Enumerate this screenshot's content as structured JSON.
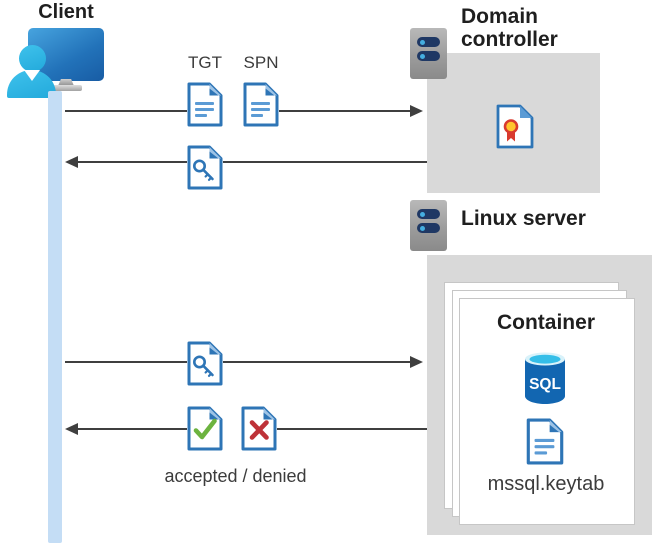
{
  "client": {
    "label": "Client"
  },
  "domain_controller": {
    "label": "Domain controller"
  },
  "linux_server": {
    "label": "Linux server"
  },
  "container": {
    "label": "Container",
    "database_label": "SQL",
    "keytab_label": "mssql.keytab"
  },
  "messages": {
    "request": {
      "tgt_label": "TGT",
      "spn_label": "SPN"
    },
    "result": {
      "caption": "accepted / denied"
    }
  },
  "icons": {
    "client": "person-at-monitor-icon",
    "server": "server-tower-icon",
    "ticket": "ticket-document-icon",
    "key_ticket": "key-ticket-document-icon",
    "certificate": "certificate-icon",
    "accepted": "accepted-check-document-icon",
    "denied": "denied-x-document-icon",
    "database": "sql-database-icon"
  },
  "colors": {
    "doc_border": "#2E75B6",
    "doc_lines": "#5B9BD5",
    "check_green": "#6CB33F",
    "x_red": "#BE3238",
    "lifeline_blue": "#C4DDF5",
    "panel_gray": "#D9D9D9",
    "arrow_gray": "#3F3F3F",
    "sql_blue": "#1266B1",
    "server_bar_navy": "#1F3864",
    "seal_yellow": "#FFC52F",
    "seal_red": "#D93A2E"
  }
}
